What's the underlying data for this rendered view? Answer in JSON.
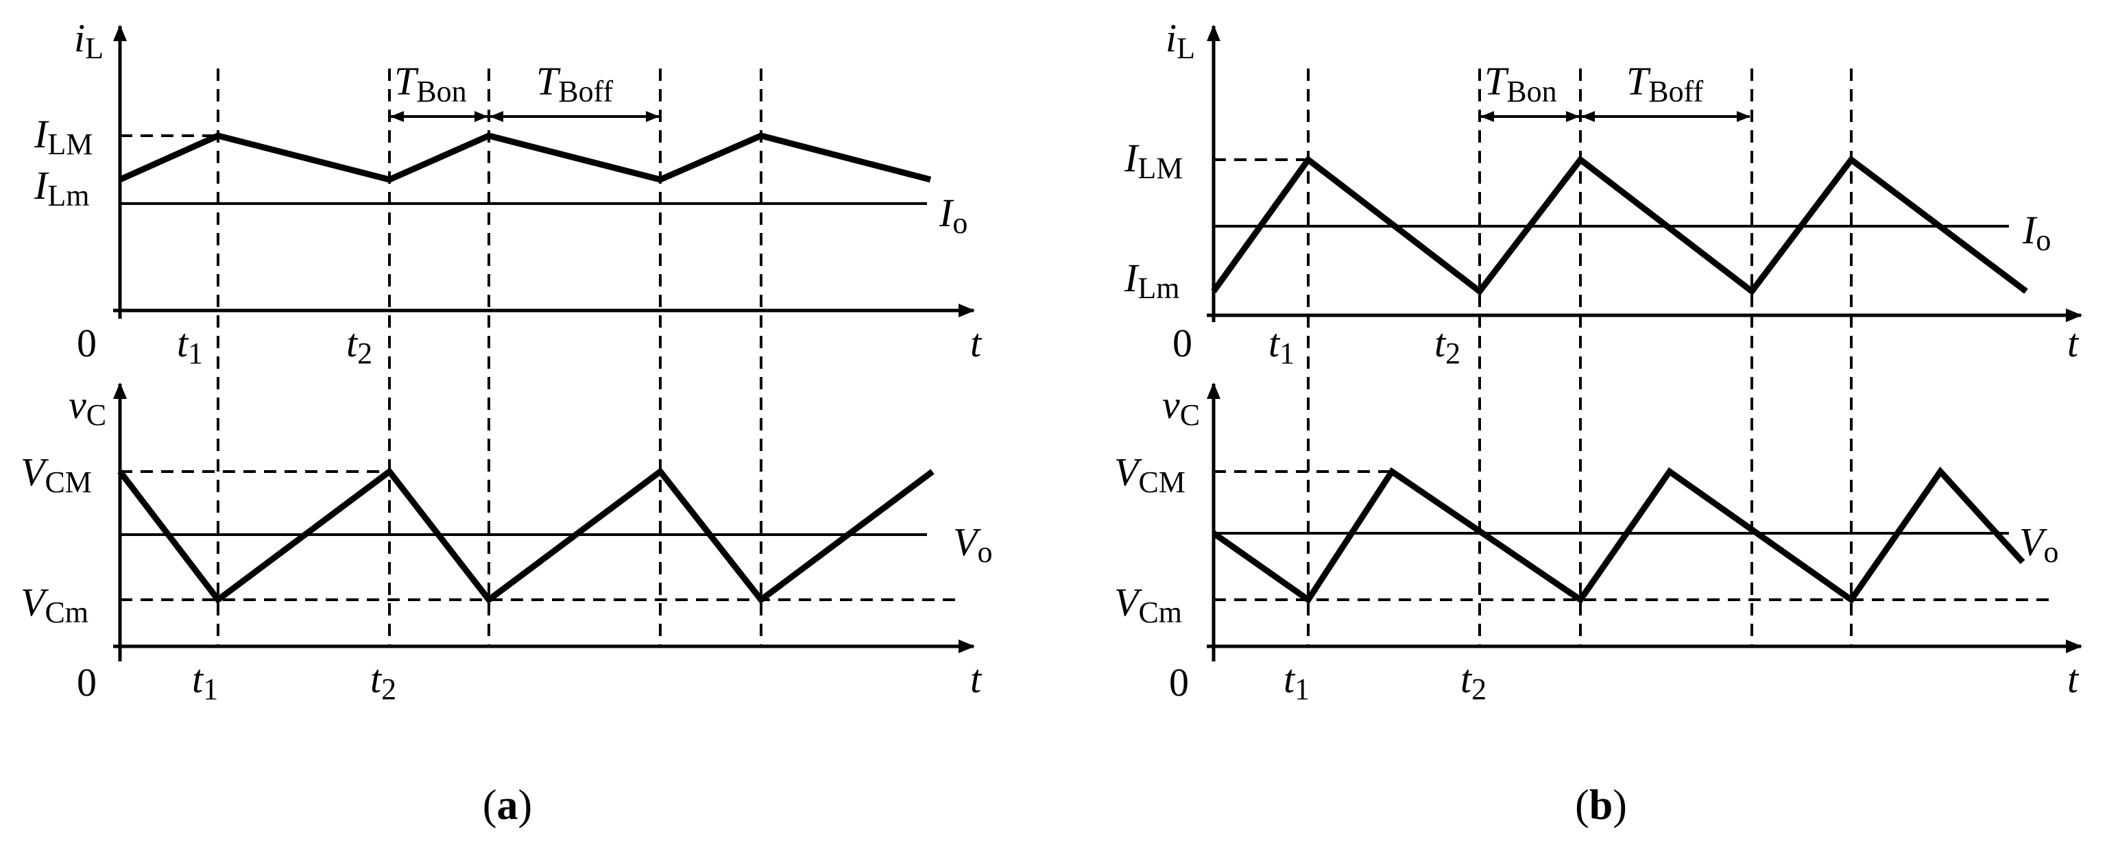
{
  "panels": [
    {
      "id": "a",
      "caption": {
        "open": "(",
        "letter": "a",
        "close": ")"
      },
      "current": {
        "axis_var": "i",
        "axis_sub": "L",
        "max_main": "I",
        "max_sub": "LM",
        "min_main": "I",
        "min_sub": "Lm",
        "avg_main": "I",
        "avg_sub": "o"
      },
      "voltage": {
        "axis_var": "v",
        "axis_sub": "C",
        "max_main": "V",
        "max_sub": "CM",
        "min_main": "V",
        "min_sub": "Cm",
        "avg_main": "V",
        "avg_sub": "o"
      },
      "time": {
        "origin": "0",
        "axis": "t",
        "t1_main": "t",
        "t1_sub": "1",
        "t2_main": "t",
        "t2_sub": "2"
      },
      "intervals": {
        "on_main": "T",
        "on_sub": "Bon",
        "off_main": "T",
        "off_sub": "Boff"
      }
    },
    {
      "id": "b",
      "caption": {
        "open": "(",
        "letter": "b",
        "close": ")"
      },
      "current": {
        "axis_var": "i",
        "axis_sub": "L",
        "max_main": "I",
        "max_sub": "LM",
        "min_main": "I",
        "min_sub": "Lm",
        "avg_main": "I",
        "avg_sub": "o"
      },
      "voltage": {
        "axis_var": "v",
        "axis_sub": "C",
        "max_main": "V",
        "max_sub": "CM",
        "min_main": "V",
        "min_sub": "Cm",
        "avg_main": "V",
        "avg_sub": "o"
      },
      "time": {
        "origin": "0",
        "axis": "t",
        "t1_main": "t",
        "t1_sub": "1",
        "t2_main": "t",
        "t2_sub": "2"
      },
      "intervals": {
        "on_main": "T",
        "on_sub": "Bon",
        "off_main": "T",
        "off_sub": "Boff"
      }
    }
  ]
}
